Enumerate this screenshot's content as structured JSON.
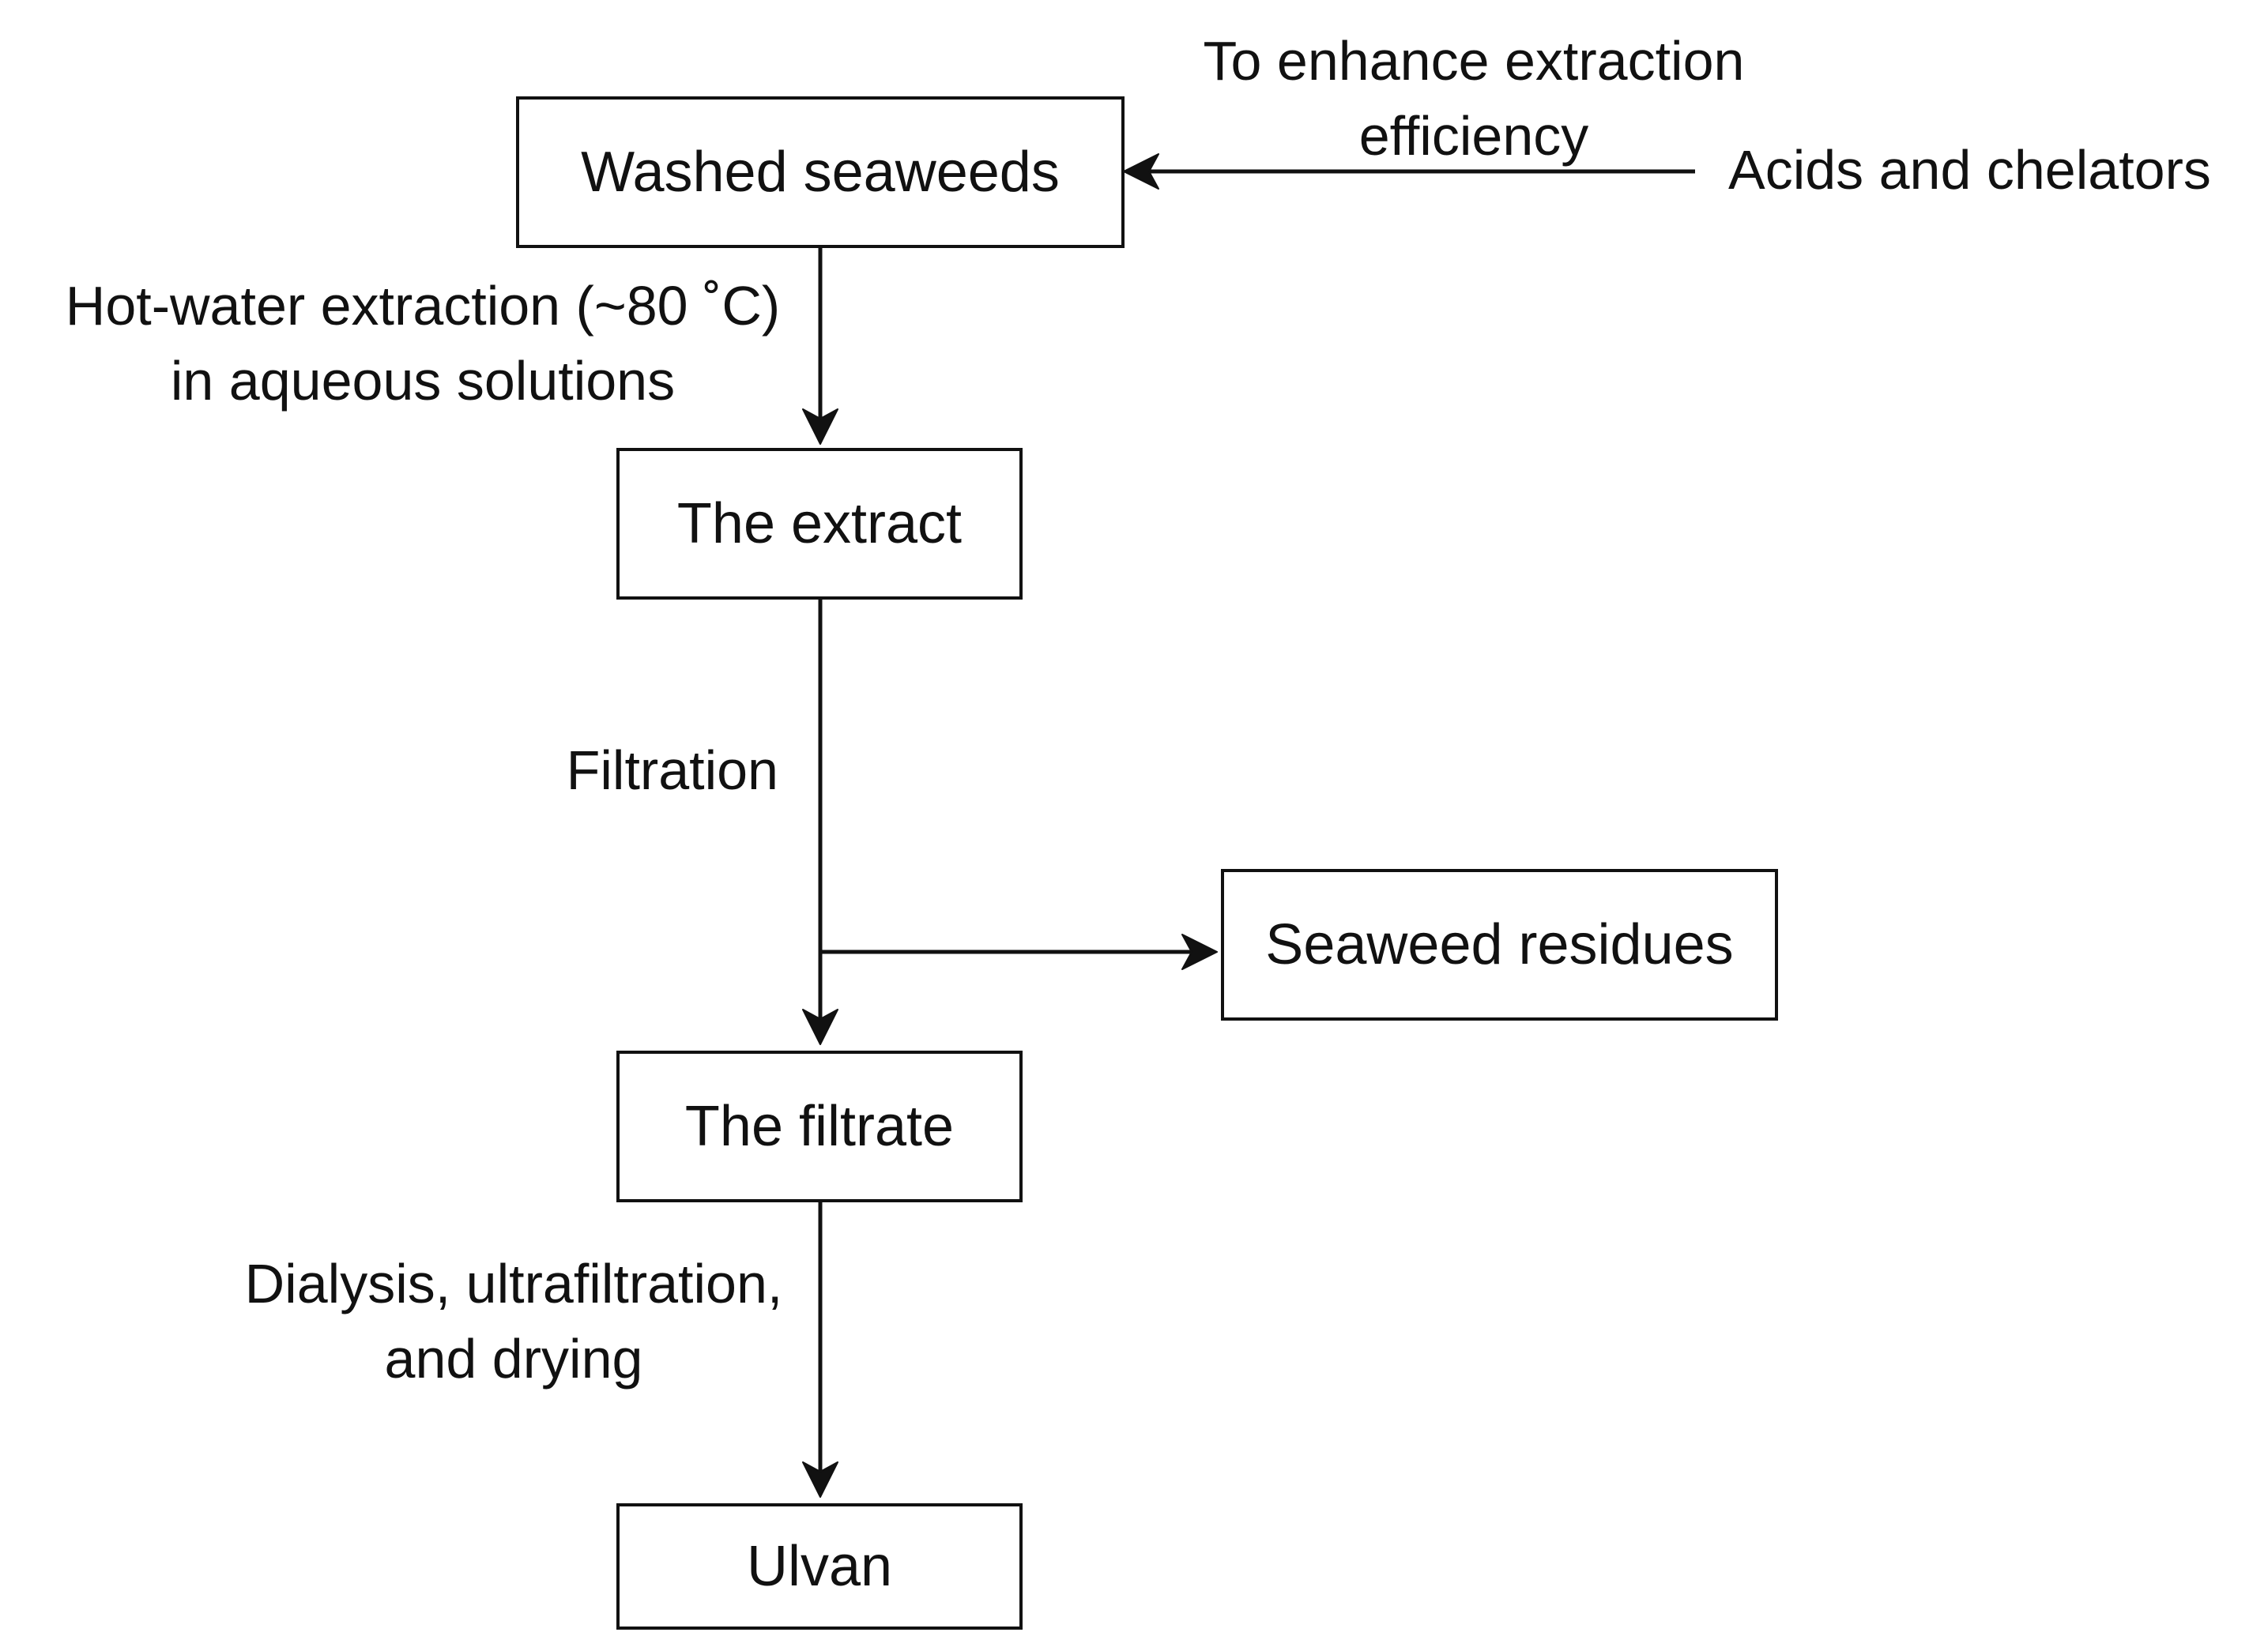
{
  "nodes": {
    "washed": "Washed seaweeds",
    "extract": "The extract",
    "residues": "Seaweed residues",
    "filtrate": "The filtrate",
    "ulvan": "Ulvan"
  },
  "labels": {
    "acids": "Acids and chelators",
    "enhance": [
      "To enhance extraction",
      "efficiency"
    ],
    "hot_water": [
      "Hot-water extraction (~80 ˚C)",
      "in aqueous solutions"
    ],
    "filtration": "Filtration",
    "dialysis": [
      "Dialysis, ultrafiltration,",
      "and drying"
    ]
  }
}
